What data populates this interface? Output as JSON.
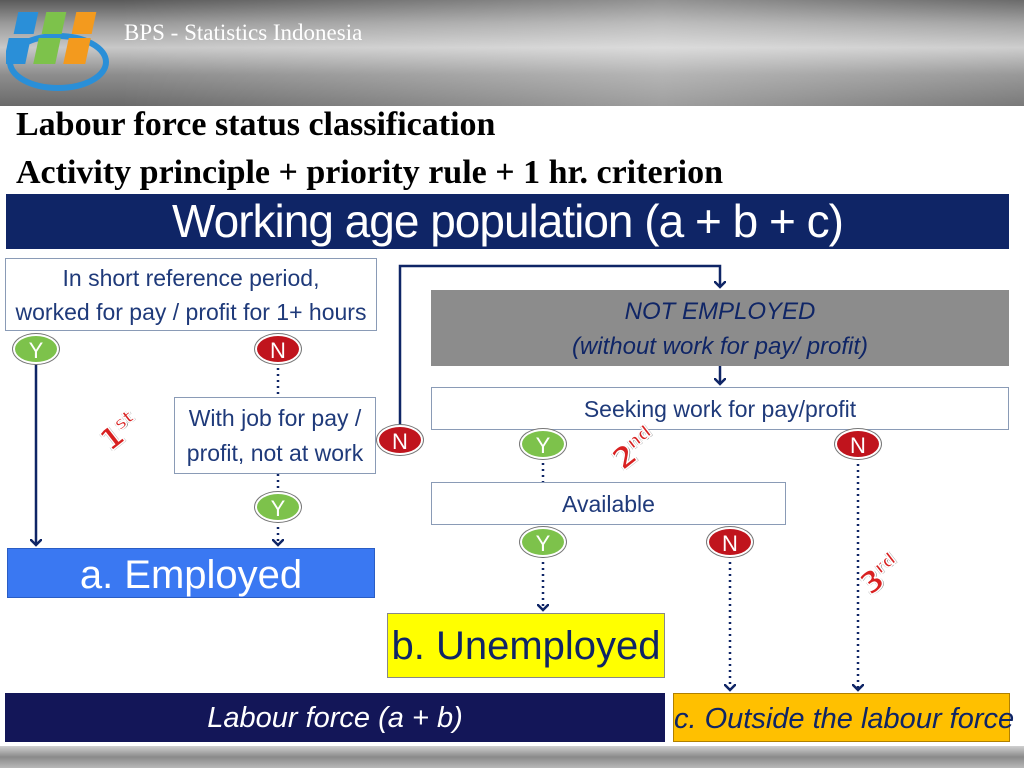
{
  "header": {
    "organization": "BPS - Statistics Indonesia"
  },
  "title": {
    "line1": "Labour force status classification",
    "line2": "Activity principle + priority rule + 1 hr. criterion"
  },
  "banner": "Working age population (a + b + c)",
  "nodes": {
    "worked_question": {
      "line1": "In short reference period,",
      "line2": "worked for pay / profit for 1+ hours"
    },
    "job_question": {
      "line1": "With job for pay /",
      "line2": "profit, not at work"
    },
    "not_employed": {
      "line1": "NOT EMPLOYED",
      "line2": "(without work for pay/ profit)"
    },
    "seeking": "Seeking work for pay/profit",
    "available": "Available",
    "employed": "a. Employed",
    "unemployed": "b. Unemployed",
    "labour_force": "Labour force (a + b)",
    "outside": "c. Outside the labour force"
  },
  "badges": {
    "yes": "Y",
    "no": "N"
  },
  "ordinals": {
    "first": {
      "num": "1",
      "suffix": "st"
    },
    "second": {
      "num": "2",
      "suffix": "nd"
    },
    "third": {
      "num": "3",
      "suffix": "rd"
    }
  },
  "colors": {
    "navy": "#0f2566",
    "employed_blue": "#3a78f2",
    "unemployed_yellow": "#ffff00",
    "outside_orange": "#ffc000",
    "yes_green": "#7dc24b",
    "no_red": "#c0141d"
  }
}
